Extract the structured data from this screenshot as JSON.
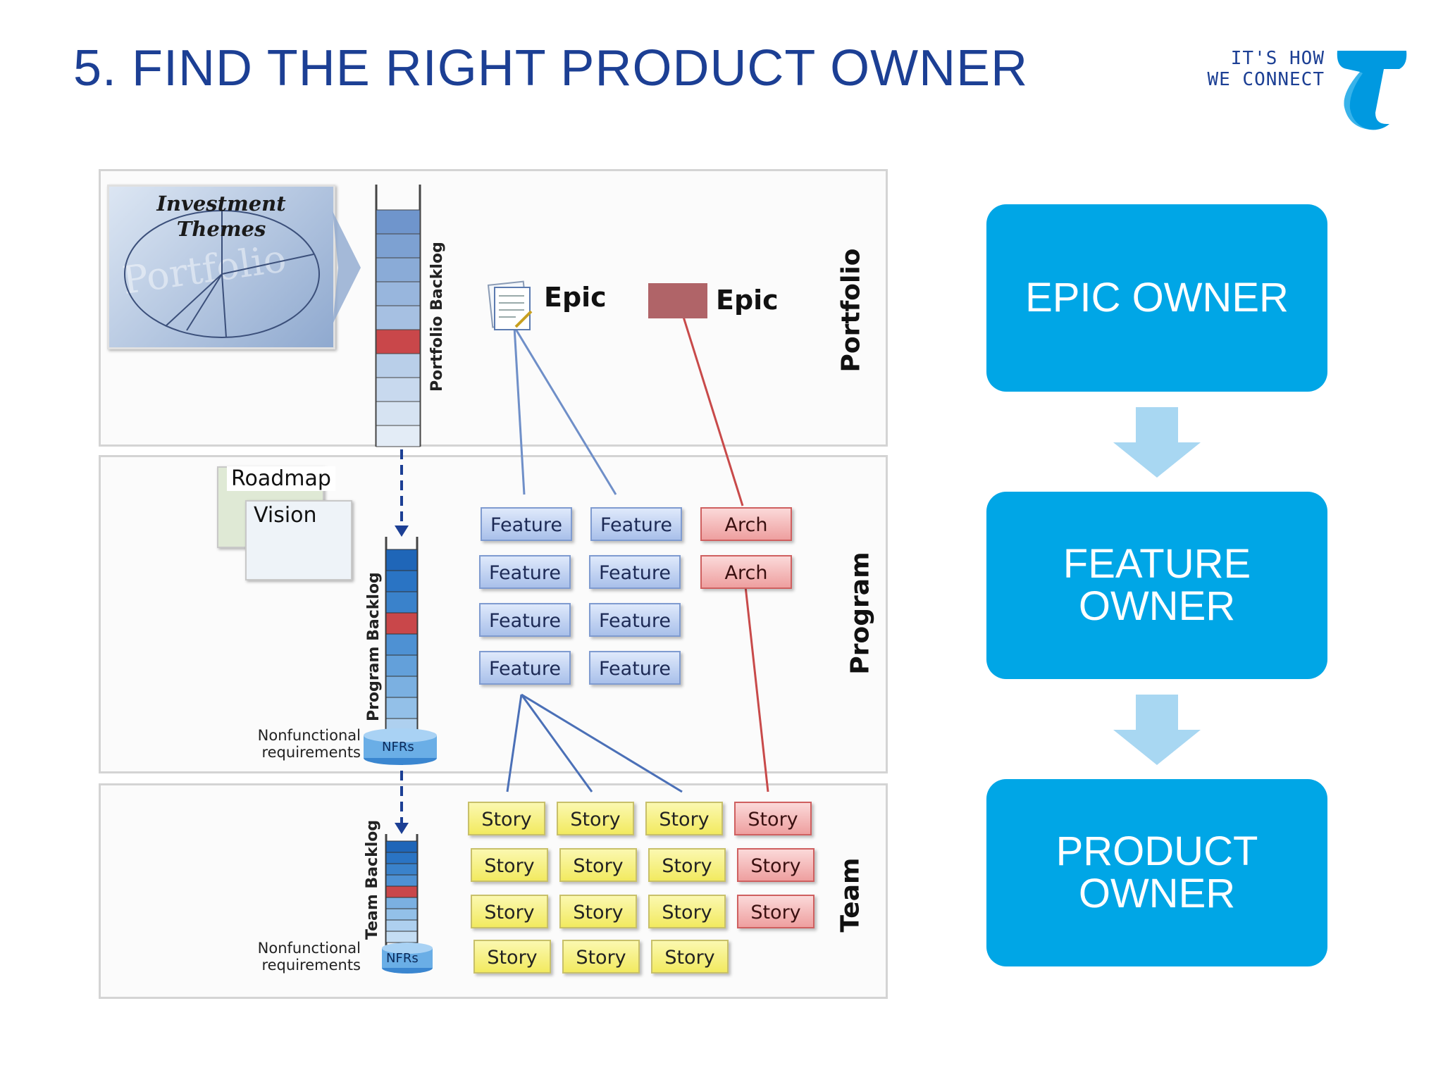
{
  "title": "5. FIND THE RIGHT PRODUCT OWNER",
  "logo": {
    "tagline_line1": "IT'S HOW",
    "tagline_line2": "WE CONNECT"
  },
  "diagram": {
    "investment": {
      "title_line1": "Investment",
      "title_line2": "Themes",
      "watermark": "Portfolio"
    },
    "portfolio_backlog_label": "Portfolio Backlog",
    "program_backlog_label": "Program Backlog",
    "team_backlog_label": "Team Backlog",
    "roadmap_label": "Roadmap",
    "vision_label": "Vision",
    "epic_doc_label": "Epic",
    "epic_arch_label": "Epic",
    "nfr_label": "NFRs",
    "nonfunctional_line1": "Nonfunctional",
    "nonfunctional_line2": "requirements",
    "band_labels": {
      "portfolio": "Portfolio",
      "program": "Program",
      "team": "Team"
    },
    "features": [
      "Feature",
      "Feature",
      "Feature",
      "Feature",
      "Feature",
      "Feature",
      "Feature",
      "Feature"
    ],
    "arch": [
      "Arch",
      "Arch"
    ],
    "stories": [
      "Story",
      "Story",
      "Story",
      "Story",
      "Story",
      "Story",
      "Story",
      "Story",
      "Story",
      "Story",
      "Story",
      "Story"
    ],
    "red_stories": [
      "Story",
      "Story",
      "Story"
    ]
  },
  "flow": {
    "epic_owner": "EPIC OWNER",
    "feature_owner": "FEATURE OWNER",
    "product_owner": "PRODUCT OWNER"
  },
  "colors": {
    "title": "#1c3f94",
    "flow_box": "#00a6e6",
    "flow_arrow": "#a8d7f2",
    "telstra_blue": "#0099e0"
  }
}
